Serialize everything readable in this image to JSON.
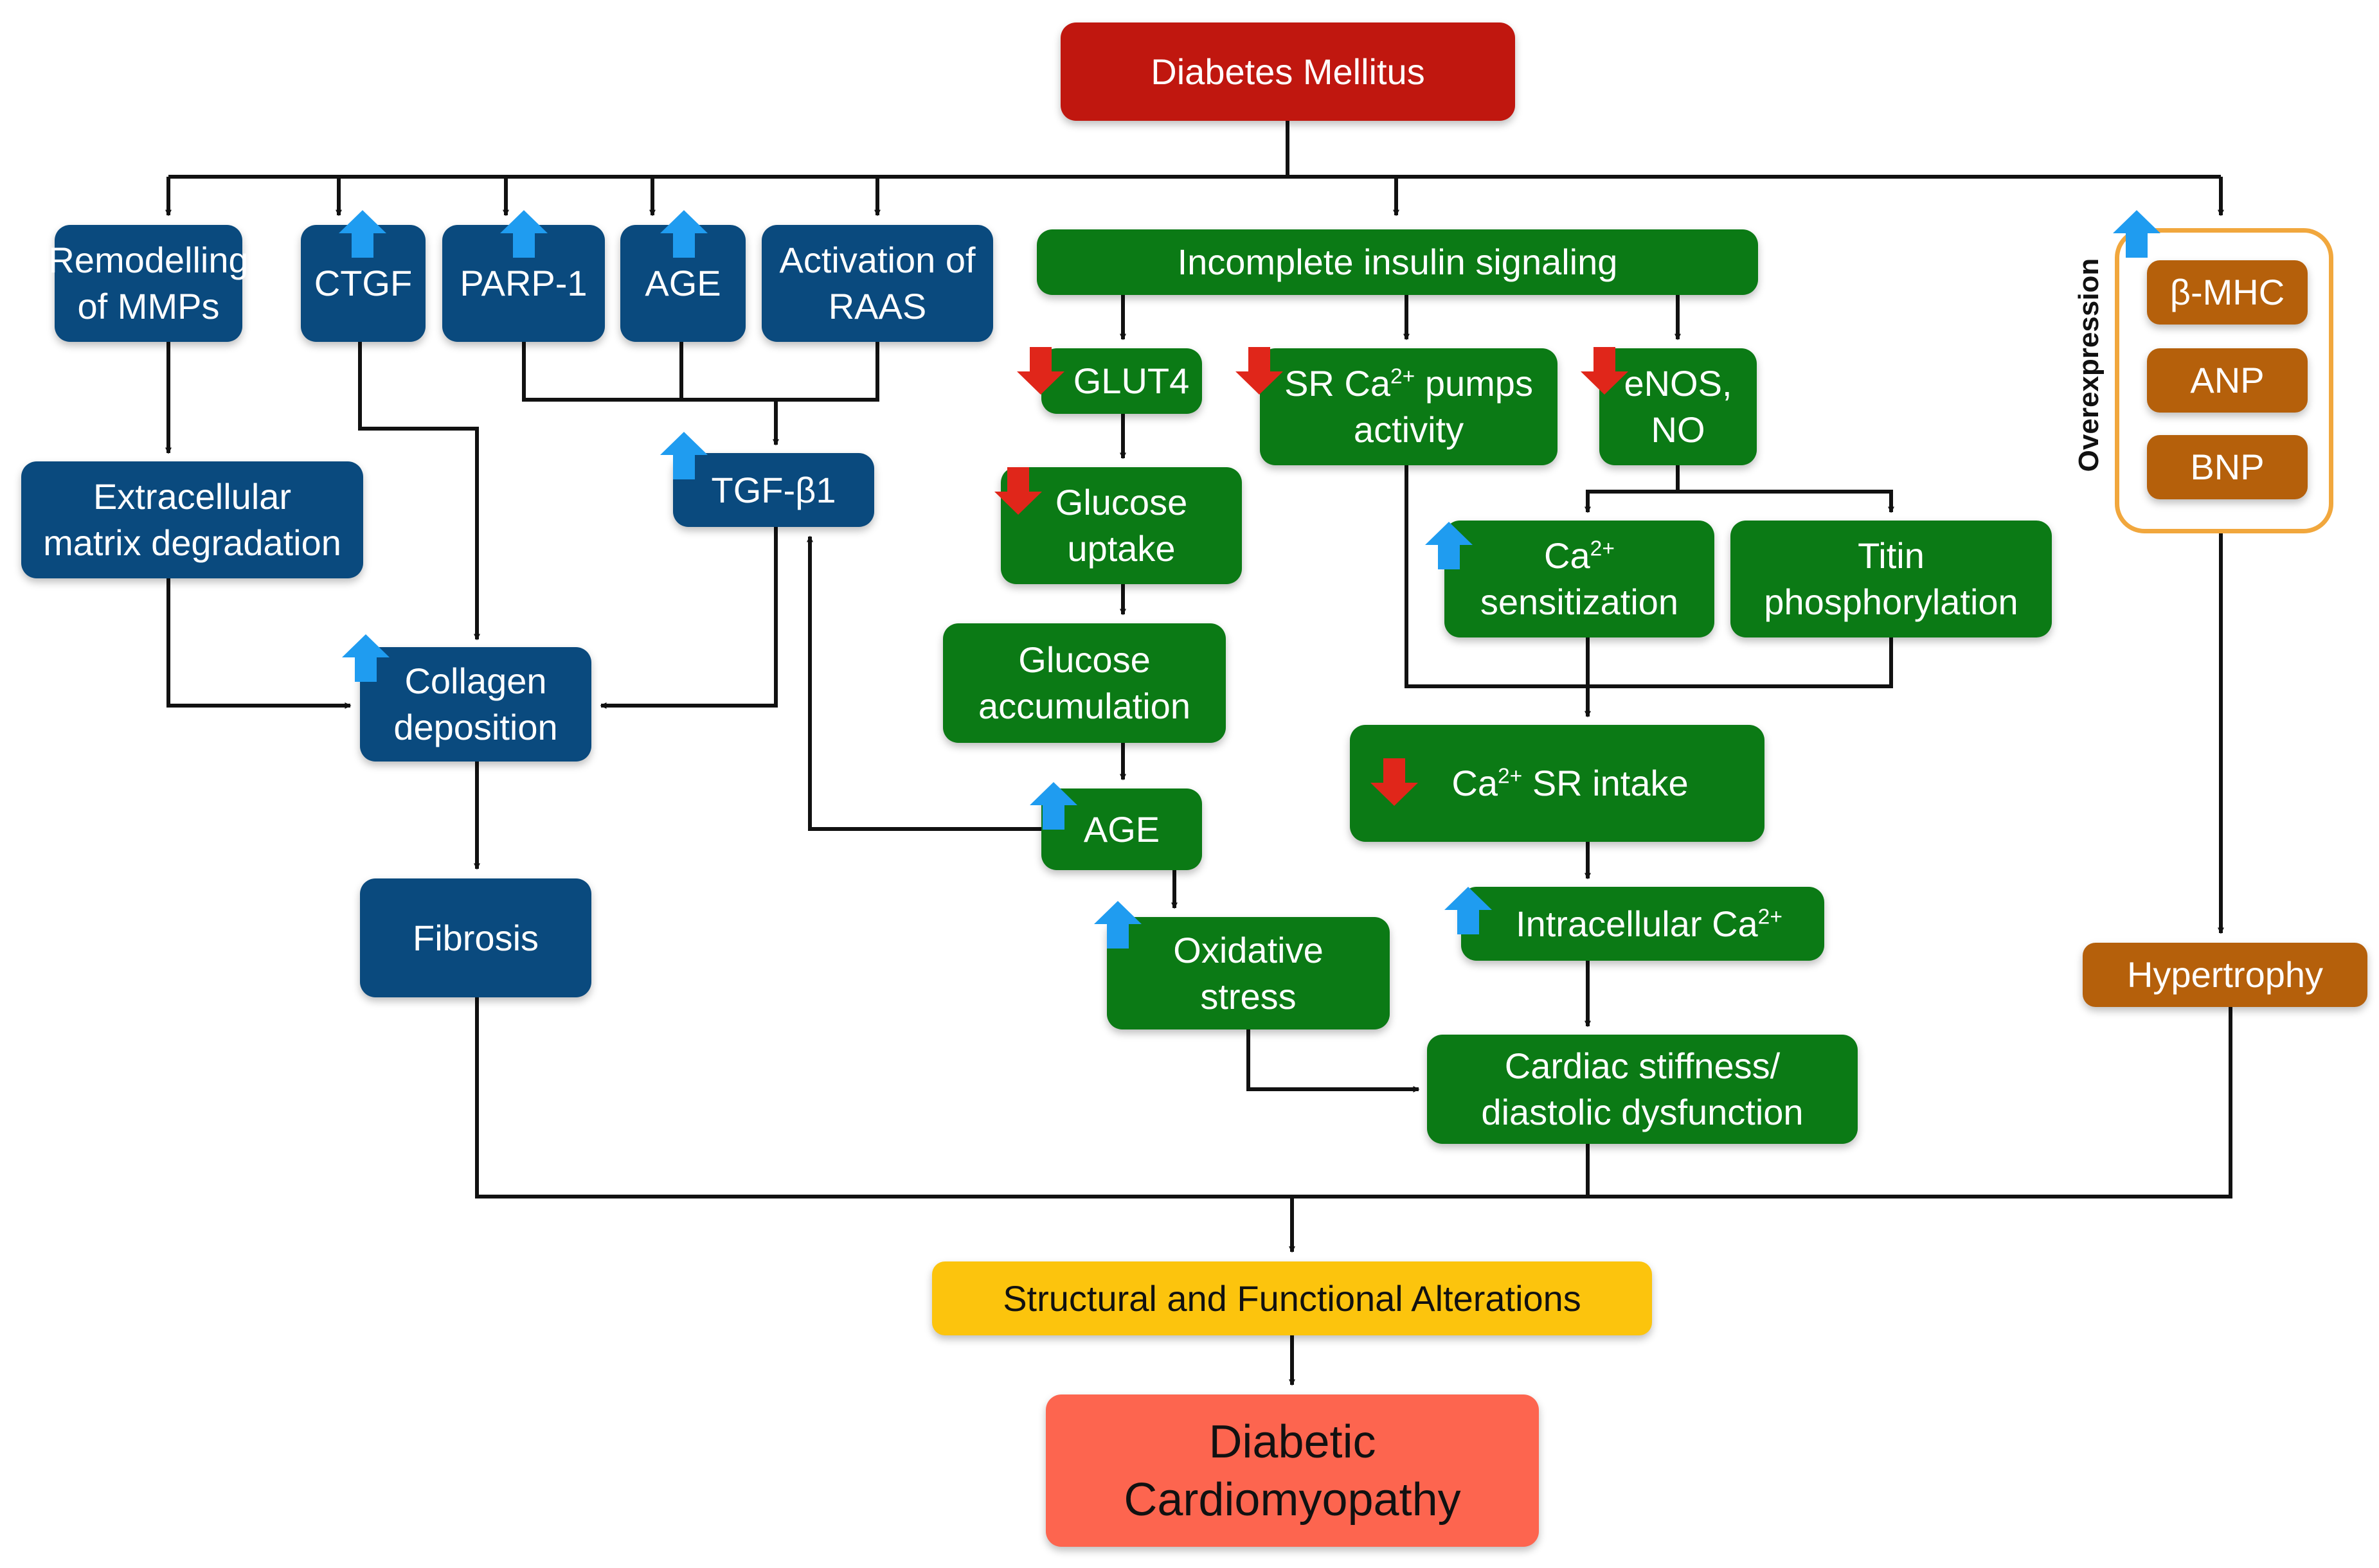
{
  "colors": {
    "top_node": "#c0170f",
    "structural_pathway": "#0a4a7e",
    "metabolic_pathway": "#0b7a15",
    "hypertrophy_pathway": "#b5600b",
    "group_outline": "#f1a73d",
    "summary_node": "#fcc40d",
    "outcome_node": "#fd654f",
    "increase_indicator": "#1f9cf0",
    "decrease_indicator": "#e0261a",
    "connector": "#111111"
  },
  "nodes": {
    "diabetes_mellitus": "Diabetes Mellitus",
    "remodelling_mmps": {
      "line1": "Remodelling",
      "line2": "of MMPs"
    },
    "ctgf": "CTGF",
    "parp1": "PARP-1",
    "age_top": "AGE",
    "raas": {
      "line1": "Activation of",
      "line2": "RAAS"
    },
    "ecm_degradation": {
      "line1": "Extracellular",
      "line2": "matrix degradation"
    },
    "tgf_b1": "TGF-β1",
    "collagen_deposition": {
      "line1": "Collagen",
      "line2": "deposition"
    },
    "fibrosis": "Fibrosis",
    "insulin_signaling": "Incomplete insulin signaling",
    "glut4": "GLUT4",
    "sr_pumps": {
      "line1_prefix": "SR Ca",
      "line1_sup": "2+",
      "line1_suffix": " pumps",
      "line2": "activity"
    },
    "enos": {
      "line1": "eNOS,",
      "line2": "NO"
    },
    "glucose_uptake": {
      "line1": "Glucose",
      "line2": "uptake"
    },
    "ca_sensitization": {
      "line1_prefix": "Ca",
      "line1_sup": "2+",
      "line2": "sensitization"
    },
    "titin": {
      "line1": "Titin",
      "line2": "phosphorylation"
    },
    "glucose_accumulation": {
      "line1": "Glucose",
      "line2": "accumulation"
    },
    "ca_sr_intake": {
      "prefix": "Ca",
      "sup": "2+",
      "suffix": " SR intake"
    },
    "age_mid": "AGE",
    "intracellular_ca": {
      "prefix": "Intracellular Ca",
      "sup": "2+"
    },
    "oxidative_stress": {
      "line1": "Oxidative",
      "line2": "stress"
    },
    "cardiac_stiffness": {
      "line1": "Cardiac stiffness/",
      "line2": "diastolic dysfunction"
    },
    "b_mhc": "β-MHC",
    "anp": "ANP",
    "bnp": "BNP",
    "overexpression_label": "Overexpression",
    "hypertrophy": "Hypertrophy",
    "structural_functional": "Structural and Functional Alterations",
    "diabetic_cardiomyopathy": {
      "line1": "Diabetic",
      "line2": "Cardiomyopathy"
    }
  },
  "regulation": {
    "increased": [
      "ctgf",
      "parp1",
      "age_top",
      "tgf_b1",
      "collagen_deposition",
      "ca_sensitization",
      "age_mid",
      "intracellular_ca",
      "oxidative_stress",
      "overexpression_group"
    ],
    "decreased": [
      "glut4",
      "glucose_uptake",
      "sr_pumps",
      "enos",
      "ca_sr_intake"
    ]
  },
  "edges": [
    [
      "diabetes_mellitus",
      "remodelling_mmps"
    ],
    [
      "diabetes_mellitus",
      "ctgf"
    ],
    [
      "diabetes_mellitus",
      "parp1"
    ],
    [
      "diabetes_mellitus",
      "age_top"
    ],
    [
      "diabetes_mellitus",
      "raas"
    ],
    [
      "diabetes_mellitus",
      "insulin_signaling"
    ],
    [
      "diabetes_mellitus",
      "overexpression_group"
    ],
    [
      "remodelling_mmps",
      "ecm_degradation"
    ],
    [
      "ctgf",
      "collagen_deposition"
    ],
    [
      "parp1",
      "tgf_b1"
    ],
    [
      "age_top",
      "tgf_b1"
    ],
    [
      "raas",
      "tgf_b1"
    ],
    [
      "ecm_degradation",
      "collagen_deposition"
    ],
    [
      "tgf_b1",
      "collagen_deposition"
    ],
    [
      "collagen_deposition",
      "fibrosis"
    ],
    [
      "insulin_signaling",
      "glut4"
    ],
    [
      "insulin_signaling",
      "sr_pumps"
    ],
    [
      "insulin_signaling",
      "enos"
    ],
    [
      "glut4",
      "glucose_uptake"
    ],
    [
      "glucose_uptake",
      "glucose_accumulation"
    ],
    [
      "glucose_accumulation",
      "age_mid"
    ],
    [
      "age_mid",
      "tgf_b1"
    ],
    [
      "age_mid",
      "oxidative_stress"
    ],
    [
      "enos",
      "ca_sensitization"
    ],
    [
      "enos",
      "titin"
    ],
    [
      "sr_pumps",
      "ca_sr_intake"
    ],
    [
      "ca_sensitization",
      "ca_sr_intake"
    ],
    [
      "titin",
      "ca_sr_intake"
    ],
    [
      "ca_sr_intake",
      "intracellular_ca"
    ],
    [
      "intracellular_ca",
      "cardiac_stiffness"
    ],
    [
      "oxidative_stress",
      "cardiac_stiffness"
    ],
    [
      "overexpression_group",
      "hypertrophy"
    ],
    [
      "fibrosis",
      "structural_functional"
    ],
    [
      "cardiac_stiffness",
      "structural_functional"
    ],
    [
      "hypertrophy",
      "structural_functional"
    ],
    [
      "structural_functional",
      "diabetic_cardiomyopathy"
    ]
  ]
}
